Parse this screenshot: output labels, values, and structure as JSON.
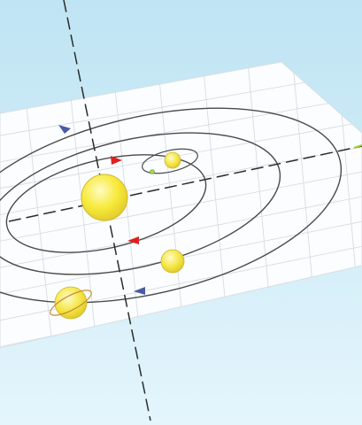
{
  "scene": {
    "colors": {
      "sky_top": "#bfe4f3",
      "sky_bottom": "#dff3fb",
      "plane": "#fbfdff",
      "grid": "#cfd7dd",
      "orbit": "#4a4a4a",
      "axis": "#2b2b2b",
      "sun": "#f7ea3b",
      "planet": "#f4e540",
      "arrow_blue": "#4b5aa6",
      "arrow_red": "#e02020",
      "moon": "#a6d64b",
      "edge_accent": "#9ccf31"
    },
    "bodies": [
      "sun",
      "inner-planet",
      "moon-planet",
      "ringed-planet",
      "small-moon"
    ],
    "orbit_direction_arrows": [
      "blue",
      "red",
      "red",
      "blue"
    ],
    "icons": {
      "sun": "sun-icon",
      "planet": "planet-icon",
      "ringed_planet": "ringed-planet-icon",
      "moon": "moon-icon",
      "arrow": "orbit-direction-arrow-icon"
    }
  }
}
